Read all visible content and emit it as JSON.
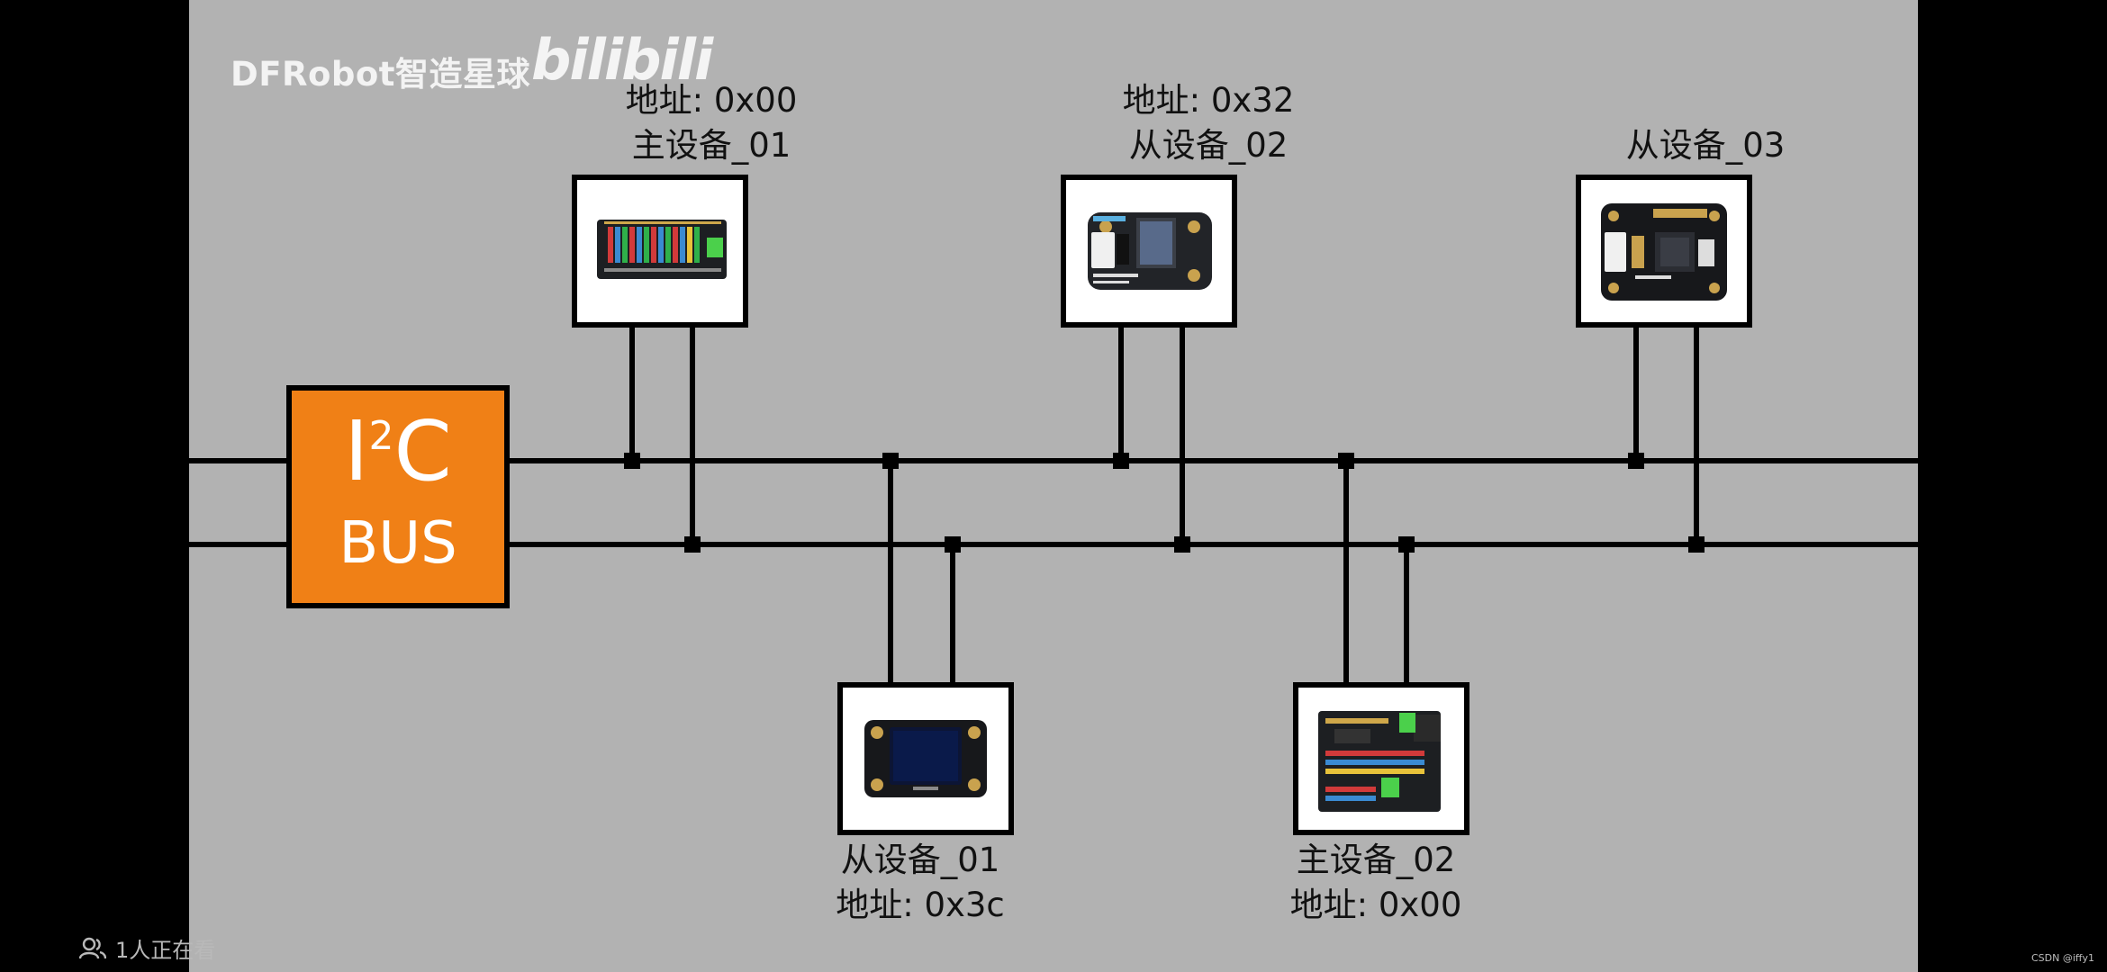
{
  "watermark": {
    "text": "DFRobot智造星球",
    "logo": "bilibili"
  },
  "bus": {
    "title_main": "I",
    "title_sup": "2",
    "title_tail": "C",
    "subtitle": "BUS",
    "color": "#f08016"
  },
  "devices": {
    "master_01": {
      "address": "地址: 0x00",
      "name": "主设备_01",
      "board": "expansion-shield"
    },
    "slave_02": {
      "address": "地址: 0x32",
      "name": "从设备_02",
      "board": "rtc-module"
    },
    "slave_03": {
      "name": "从设备_03",
      "board": "i2c-uart-module"
    },
    "slave_01": {
      "name": "从设备_01",
      "address": "地址: 0x3c",
      "board": "oled-display"
    },
    "master_02": {
      "name": "主设备_02",
      "address": "地址: 0x00",
      "board": "io-expansion-shield"
    }
  },
  "footer": {
    "viewers": "1人正在看",
    "credit": "CSDN @iffy1"
  },
  "colors": {
    "background": "#b2b2b2",
    "wire": "#000000"
  }
}
